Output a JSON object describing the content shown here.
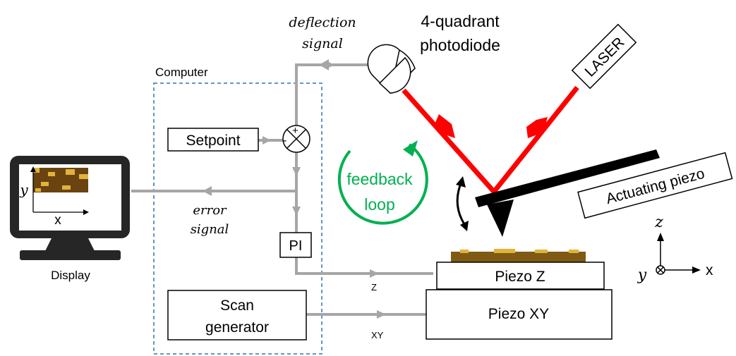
{
  "labels": {
    "deflection_1": "deflection",
    "deflection_2": "signal",
    "photodiode_1": "4-quadrant",
    "photodiode_2": "photodiode",
    "laser": "LASER",
    "computer": "Computer",
    "setpoint": "Setpoint",
    "plus": "+",
    "minus": "-",
    "feedback_1": "feedback",
    "feedback_2": "loop",
    "actuating_piezo": "Actuating piezo",
    "error_1": "error",
    "error_2": "signal",
    "pi": "PI",
    "piezo_z": "Piezo Z",
    "piezo_xy": "Piezo XY",
    "scan_1": "Scan",
    "scan_2": "generator",
    "z_signal": "Z",
    "xy_signal": "XY",
    "display": "Display",
    "screen_y": "y",
    "screen_x": "x",
    "axis_z": "z",
    "axis_y": "y",
    "axis_x": "x"
  },
  "colors": {
    "laser_beam": "#ff0000",
    "signal_line": "#a6a6a6",
    "feedback": "#00b050",
    "computer_border": "#2e75b6",
    "sample_brown": "#7f5a12",
    "sample_gold": "#e0b33a"
  }
}
